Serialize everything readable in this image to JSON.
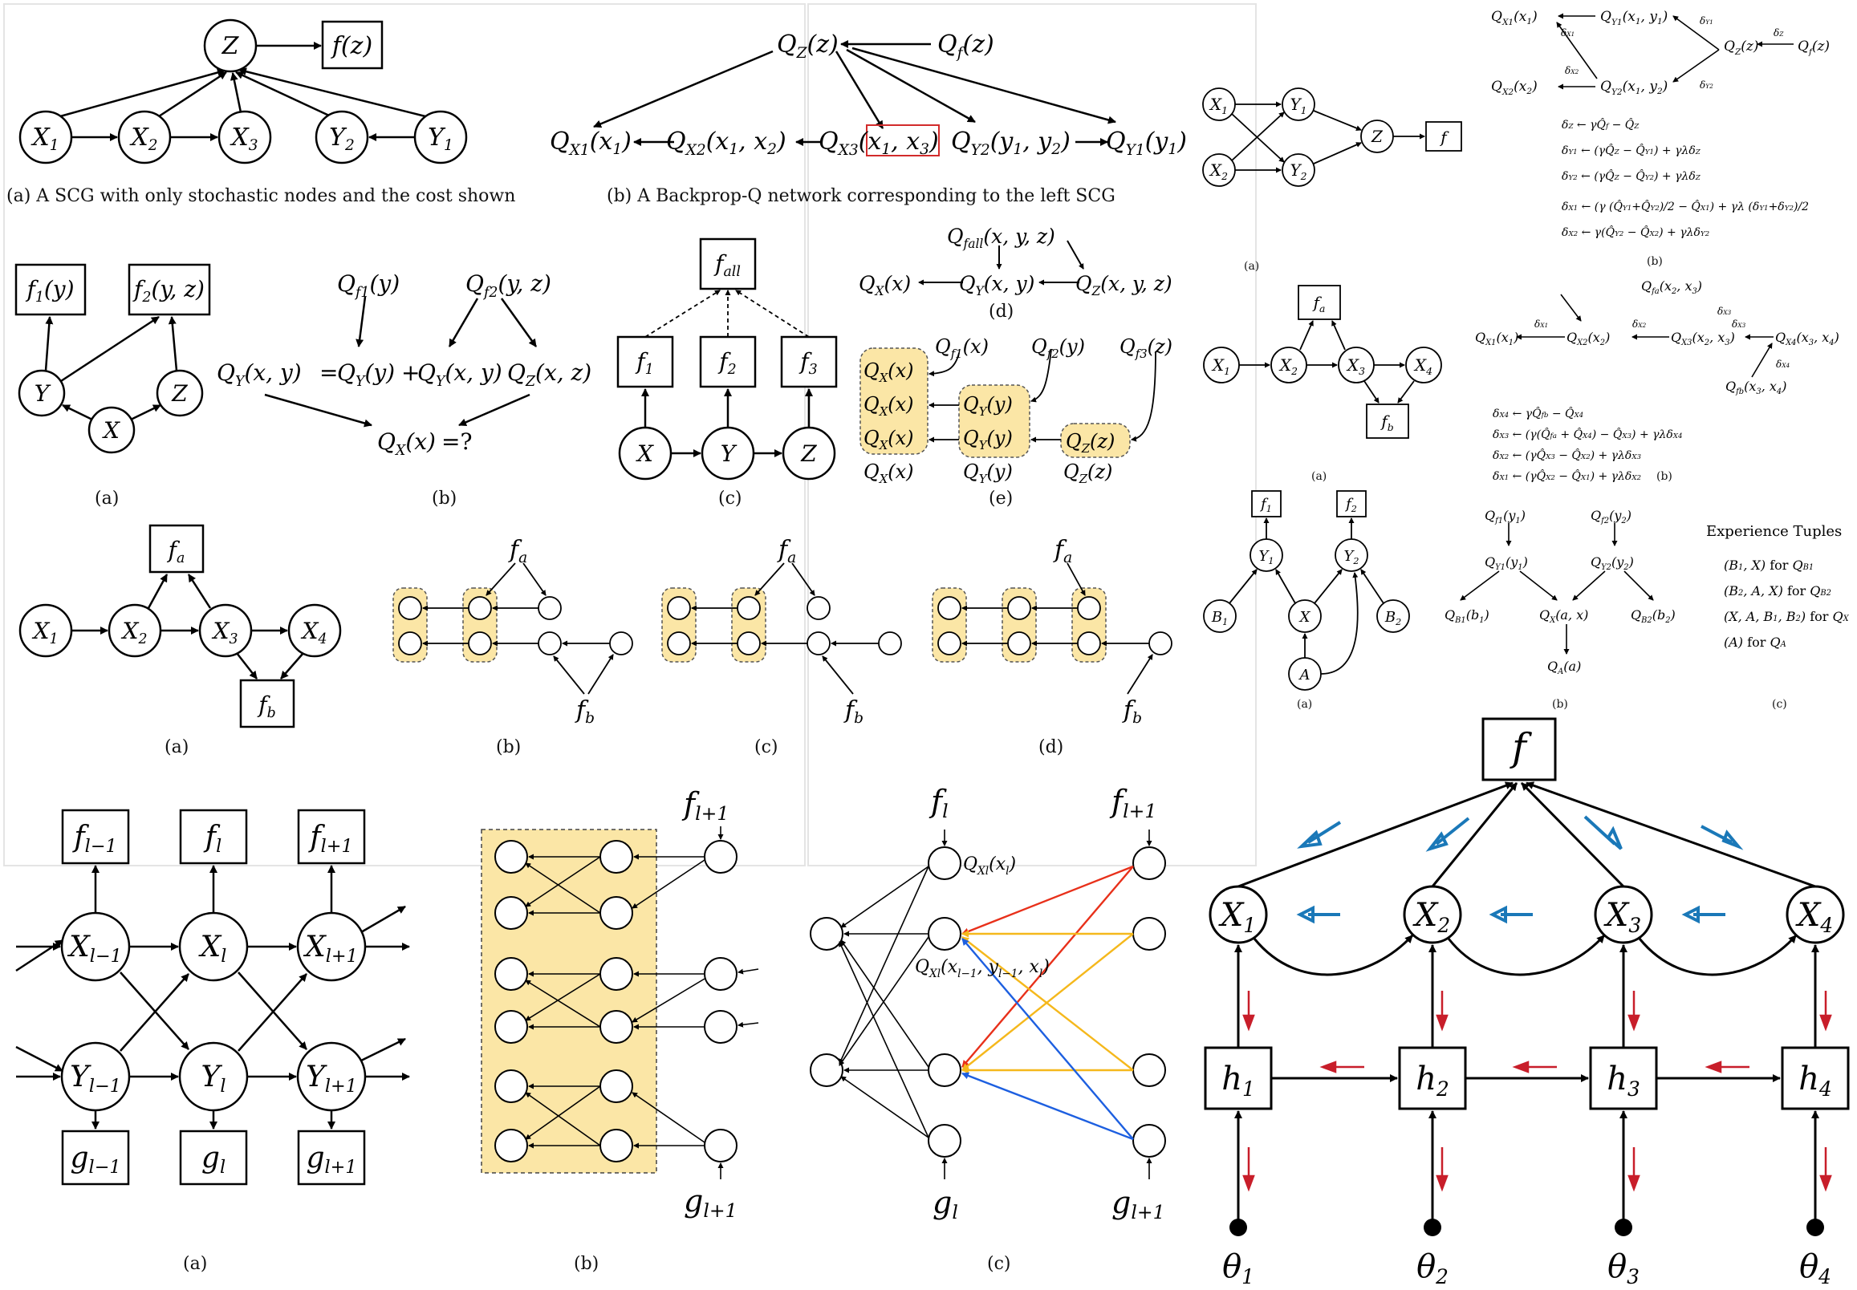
{
  "panels": {
    "p1": {
      "caption_a": "(a) A SCG with only stochastic nodes and the cost shown",
      "caption_b": "(b) A Backprop-Q network corresponding to the left SCG"
    },
    "p2": {
      "caption_a": "(a)",
      "caption_b": "(b)",
      "caption_c": "(c)",
      "caption_d": "(d)",
      "caption_e": "(e)",
      "query_label": "=?",
      "sum_sign": "+",
      "eq_sign": "="
    },
    "p3": {
      "captions": [
        "(a)",
        "(b)",
        "(c)",
        "(d)"
      ]
    },
    "p4": {
      "captions": [
        "(a)",
        "(b)",
        "(c)"
      ]
    },
    "p5": {
      "caption_a": "(a)",
      "caption_b": "(b)"
    },
    "p6": {
      "caption_a": "(a)",
      "caption_b": "(b)"
    },
    "p7": {
      "caption_a": "(a)",
      "caption_b": "(b)",
      "caption_c": "(c)",
      "experience_title": "Experience Tuples",
      "experience_suffix": "for"
    }
  },
  "colors": {
    "highlight_fill": "#fbe6a6",
    "red_box": "#d22b2b",
    "arrow_blue": "#1a78b8",
    "arrow_red": "#c81e2a",
    "edge_red": "#e8301a",
    "edge_orange": "#f5b81c",
    "edge_blue": "#1d5fe0"
  }
}
